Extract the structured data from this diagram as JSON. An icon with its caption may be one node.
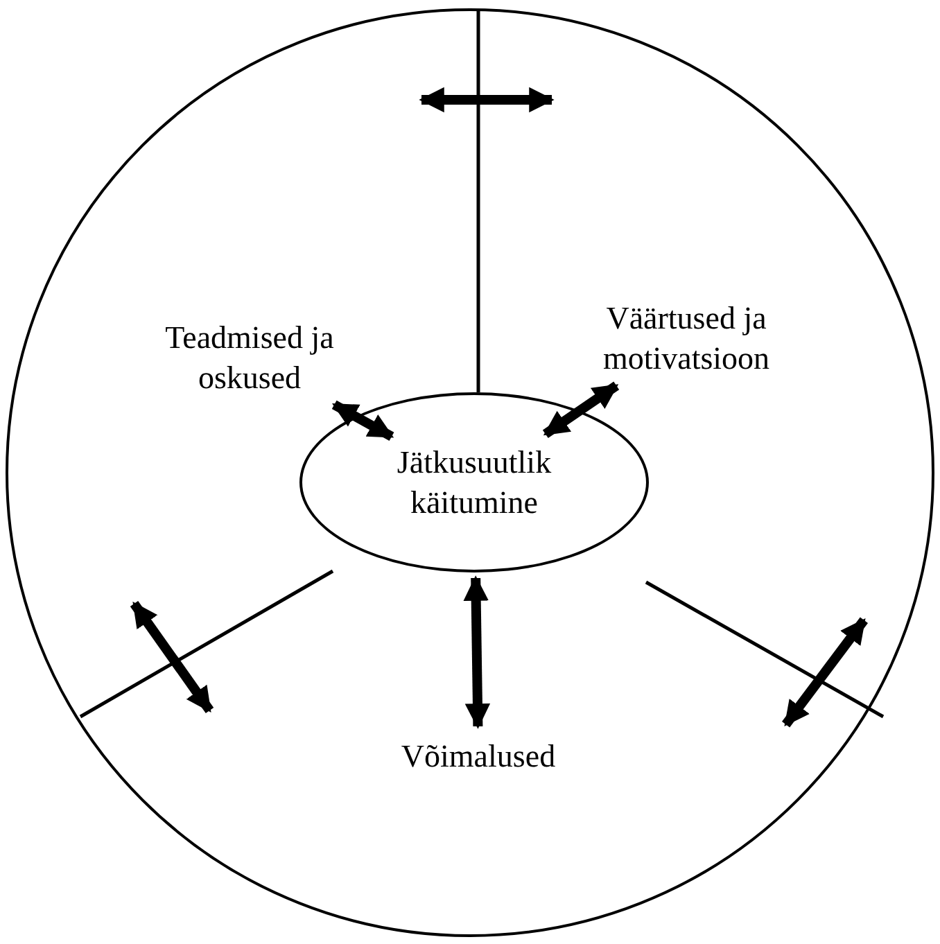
{
  "diagram": {
    "nodes": [
      {
        "text": [],
        "shape": "circle"
      },
      {
        "text": [
          "Teadmised ja oskused"
        ],
        "in": 0
      },
      {
        "text": [
          "Väärtused ja motivatsioon"
        ],
        "in": 0
      },
      {
        "text": [
          "Jätkusuutlik käitumine"
        ],
        "in": 0
      },
      {
        "text": [
          "Võimalused"
        ],
        "in": 0
      }
    ],
    "edges": [
      {
        "from": 1,
        "to": 3,
        "arrow": "both"
      },
      {
        "from": 2,
        "to": 3,
        "arrow": "both"
      },
      {
        "from": 4,
        "to": 3,
        "arrow": "both"
      }
    ]
  }
}
